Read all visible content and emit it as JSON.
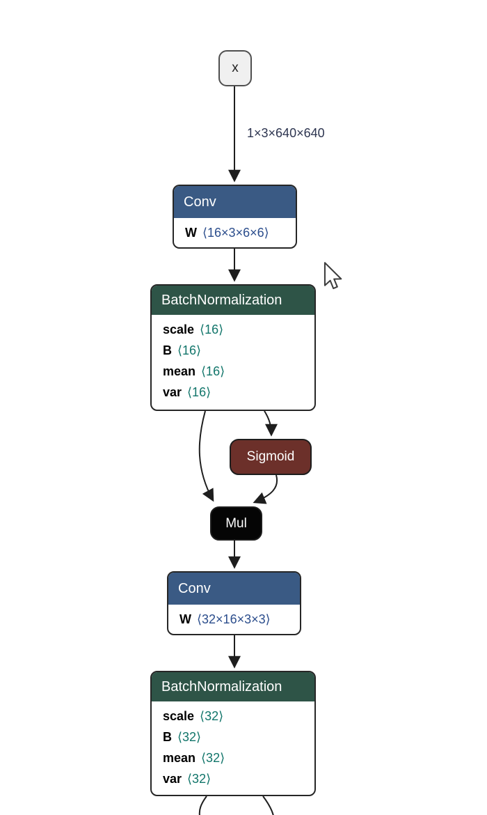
{
  "graph": {
    "input": {
      "label": "x"
    },
    "edges": {
      "input_shape_label": "1×3×640×640"
    },
    "conv1": {
      "title": "Conv",
      "weight_name": "W",
      "weight_dims": "⟨16×3×6×6⟩"
    },
    "bn1": {
      "title": "BatchNormalization",
      "rows": [
        {
          "name": "scale",
          "dims": "⟨16⟩"
        },
        {
          "name": "B",
          "dims": "⟨16⟩"
        },
        {
          "name": "mean",
          "dims": "⟨16⟩"
        },
        {
          "name": "var",
          "dims": "⟨16⟩"
        }
      ]
    },
    "sigmoid": {
      "title": "Sigmoid"
    },
    "mul": {
      "title": "Mul"
    },
    "conv2": {
      "title": "Conv",
      "weight_name": "W",
      "weight_dims": "⟨32×16×3×3⟩"
    },
    "bn2": {
      "title": "BatchNormalization",
      "rows": [
        {
          "name": "scale",
          "dims": "⟨32⟩"
        },
        {
          "name": "B",
          "dims": "⟨32⟩"
        },
        {
          "name": "mean",
          "dims": "⟨32⟩"
        },
        {
          "name": "var",
          "dims": "⟨32⟩"
        }
      ]
    }
  },
  "colors": {
    "conv_header": "#3a5a84",
    "bn_header": "#2e5447",
    "sigmoid_bg": "#6c302a",
    "mul_bg": "#050505",
    "conv_dims_text": "#2b4d8c",
    "bn_dims_text": "#11756a",
    "edge_label_text": "#2d3550",
    "edge_stroke": "#1e1e1e"
  }
}
